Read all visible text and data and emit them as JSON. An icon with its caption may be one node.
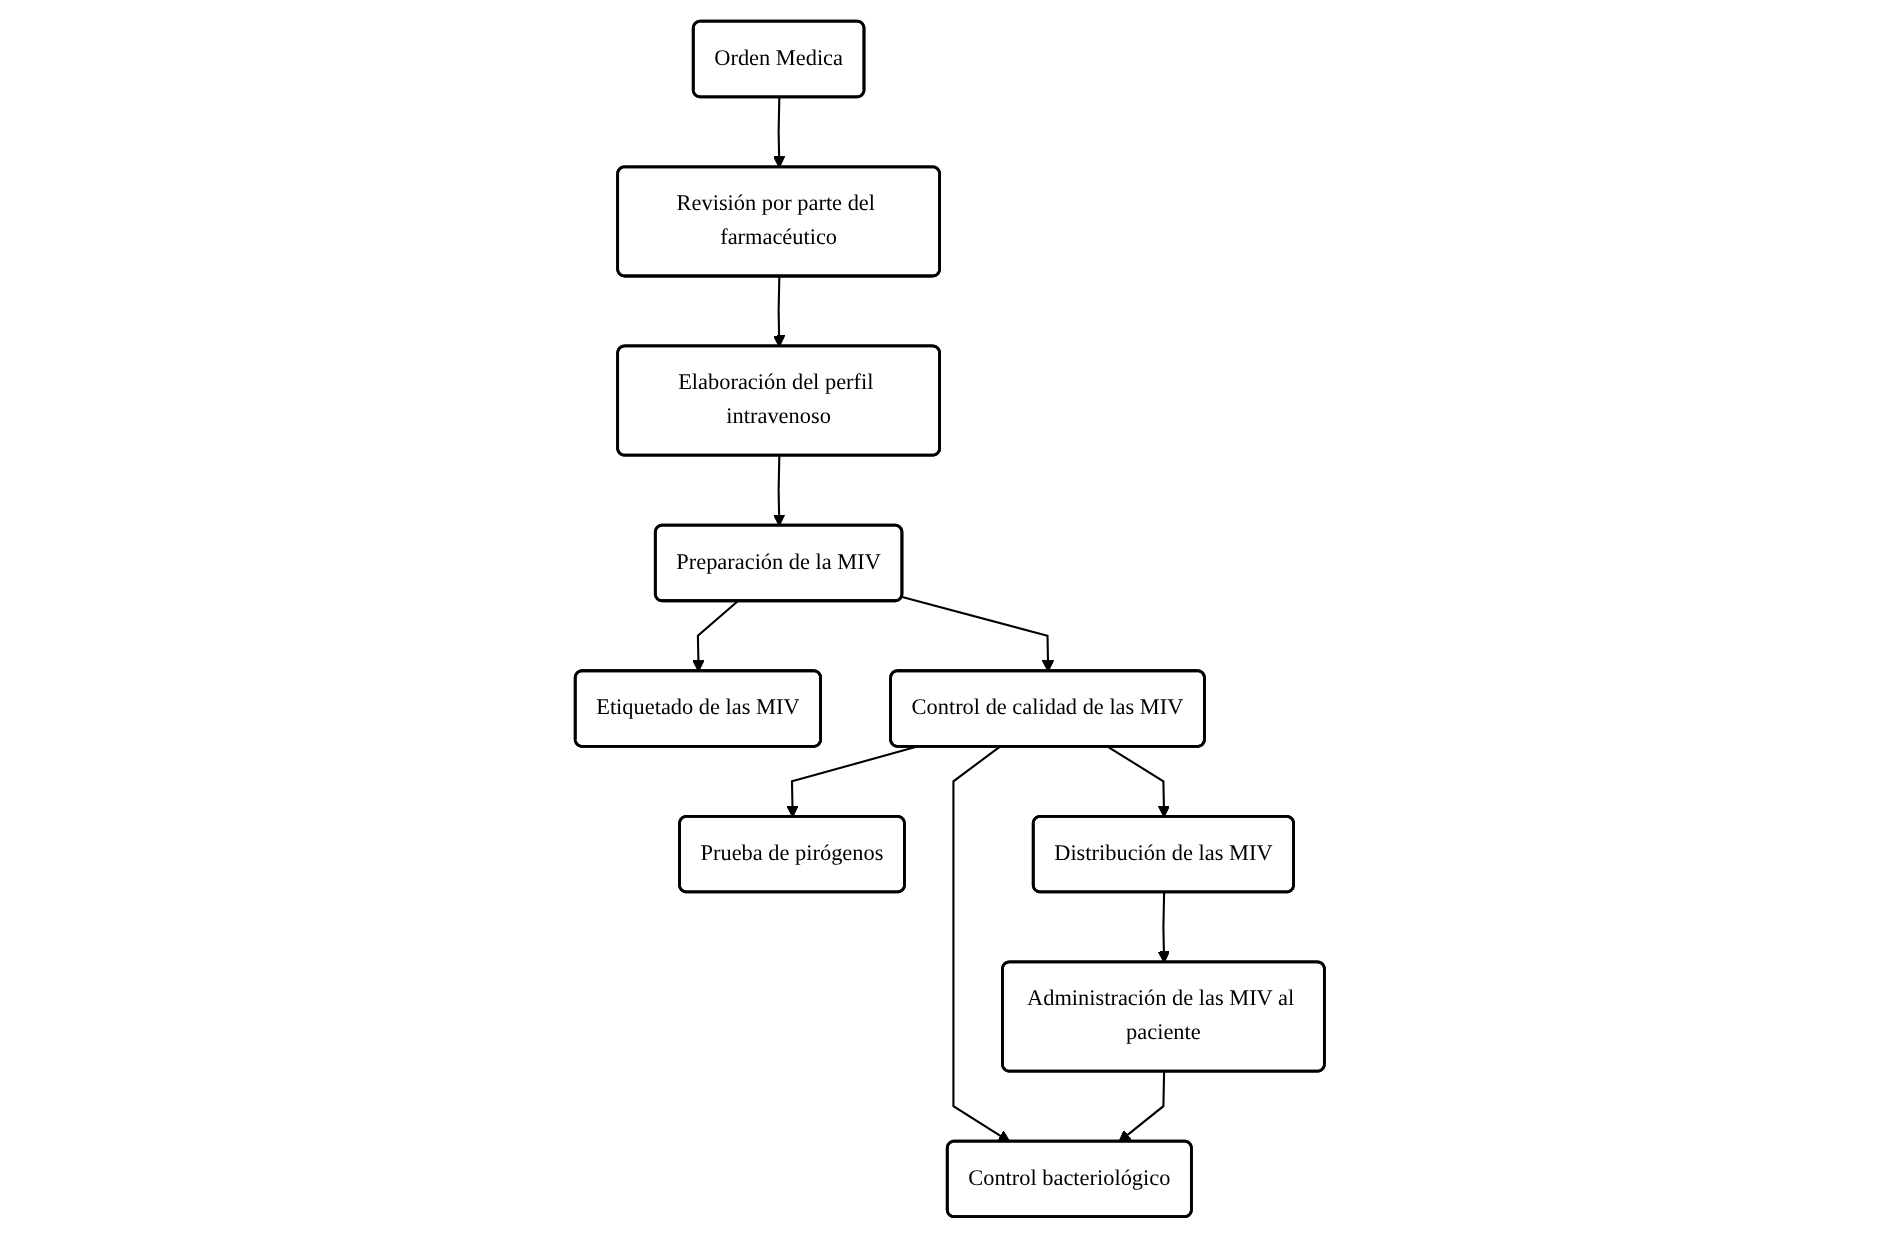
{
  "diagram": {
    "nodes": [
      {
        "text": [
          "Orden Medica"
        ]
      },
      {
        "text": [
          "Revisión por parte del farmacéutico"
        ]
      },
      {
        "text": [
          "Elaboración del perfil intravenoso"
        ]
      },
      {
        "text": [
          "Preparación de la MIV"
        ]
      },
      {
        "text": [
          "Etiquetado de las MIV"
        ]
      },
      {
        "text": [
          "Control bacteriológico"
        ]
      },
      {
        "text": [
          "Control de calidad de las MIV"
        ]
      },
      {
        "text": [
          "Prueba de pirógenos"
        ]
      },
      {
        "text": [
          "Distribución de las MIV"
        ]
      },
      {
        "text": [
          "Administración de las MIV al paciente"
        ]
      }
    ],
    "edges": [
      {
        "from": 0,
        "to": 1,
        "arrow": "to"
      },
      {
        "from": 1,
        "to": 2,
        "arrow": "to"
      },
      {
        "from": 2,
        "to": 3,
        "arrow": "to"
      },
      {
        "from": 3,
        "to": 4,
        "arrow": "to"
      },
      {
        "from": 3,
        "to": 6,
        "arrow": "to"
      },
      {
        "from": 6,
        "to": 5,
        "arrow": "to"
      },
      {
        "from": 6,
        "to": 7,
        "arrow": "to"
      },
      {
        "from": 6,
        "to": 8,
        "arrow": "to"
      },
      {
        "from": 8,
        "to": 9,
        "arrow": "to"
      },
      {
        "from": 9,
        "to": 5,
        "arrow": "to"
      }
    ]
  }
}
